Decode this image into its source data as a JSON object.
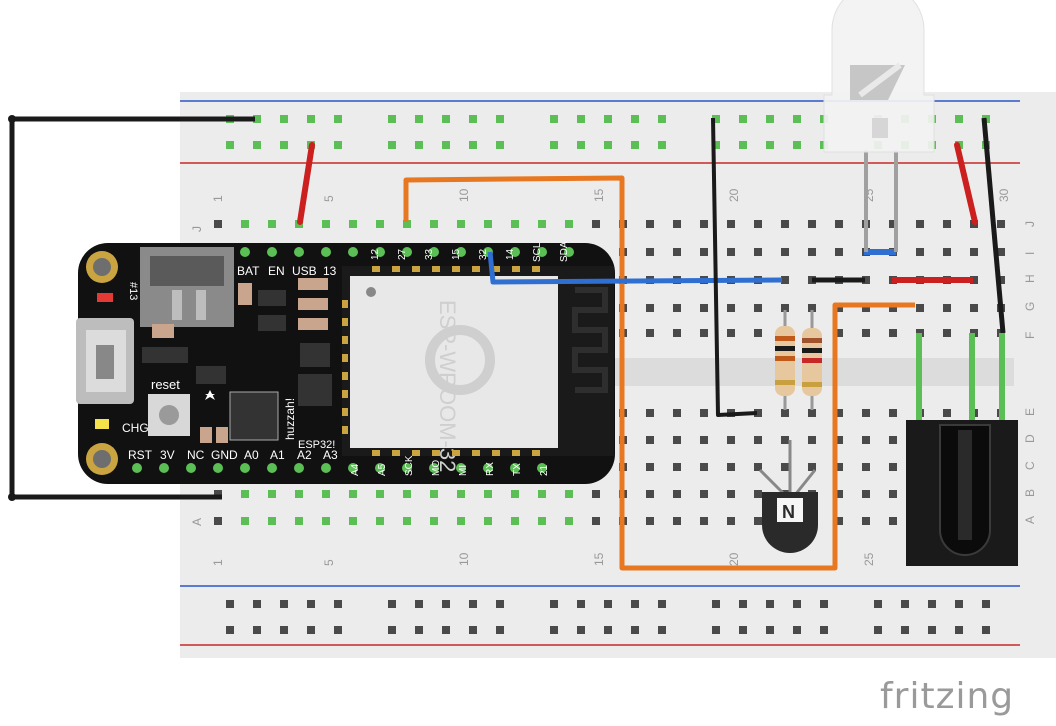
{
  "breadboard": {
    "column_numbers_top": [
      "1",
      "5",
      "10",
      "15",
      "20",
      "25",
      "30"
    ],
    "column_numbers_bottom": [
      "1",
      "5",
      "10",
      "15",
      "20",
      "25"
    ],
    "row_letters_top": [
      "J",
      "I",
      "H",
      "G",
      "F"
    ],
    "row_letters_bottom": [
      "E",
      "D",
      "C",
      "B",
      "A"
    ],
    "left_row_label_j": "J",
    "left_row_label_a": "A"
  },
  "board": {
    "top_pins": [
      "BAT",
      "EN",
      "USB",
      "13",
      "12",
      "27",
      "33",
      "15",
      "32",
      "14",
      "SCL",
      "SDA"
    ],
    "bottom_pins": [
      "RST",
      "3V",
      "NC",
      "GND",
      "A0",
      "A1",
      "A2",
      "A3",
      "A4",
      "A5",
      "SCK",
      "MO",
      "MI",
      "RX",
      "TX",
      "21"
    ],
    "module_text": "ESP-WROOM-32",
    "pin13_label": "#13",
    "reset_label": "reset",
    "chg_label": "CHG",
    "huzzah_label": "huzzah!",
    "esp_label": "ESP32!"
  },
  "transistor": {
    "marking": "N"
  },
  "brand": {
    "logo_text": "fritzing"
  },
  "colors": {
    "wire_red": "#cc1f1f",
    "wire_black": "#1a1a1a",
    "wire_orange": "#e87722",
    "wire_blue": "#2f6fd1",
    "pin_green": "#5bbf55",
    "board_black": "#111111"
  }
}
